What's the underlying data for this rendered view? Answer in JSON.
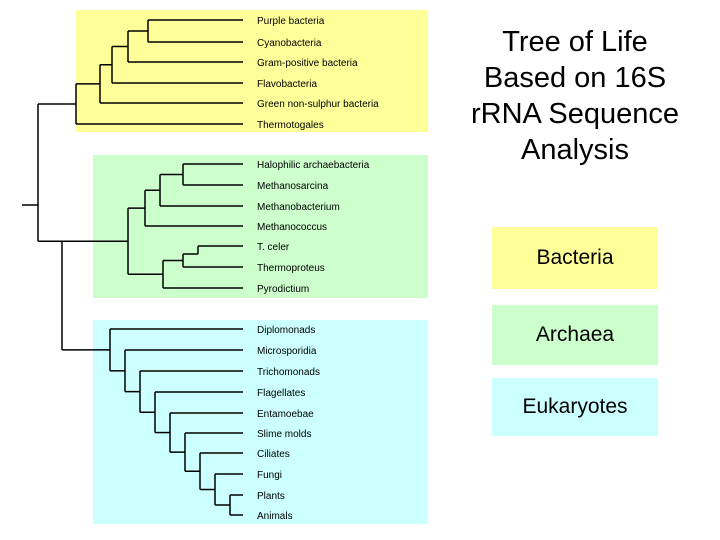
{
  "colors": {
    "bacteria": "#ffff99",
    "archaea": "#ccffcc",
    "eukarya": "#ccffff",
    "lines": "#000000"
  },
  "title": {
    "line1": "Tree of Life",
    "line2": "Based on 16S",
    "line3": "rRNA Sequence",
    "line4": "Analysis"
  },
  "legend": {
    "bacteria": "Bacteria",
    "archaea": "Archaea",
    "eukarya": "Eukaryotes"
  },
  "tree": {
    "bacteria": [
      "Purple bacteria",
      "Cyanobacteria",
      "Gram-positive bacteria",
      "Flavobacteria",
      "Green non-sulphur bacteria",
      "Thermotogales"
    ],
    "archaea": [
      "Halophilic archaebacteria",
      "Methanosarcina",
      "Methanobacterium",
      "Methanococcus",
      "T. celer",
      "Thermoproteus",
      "Pyrodictium"
    ],
    "eukarya": [
      "Diplomonads",
      "Microsporidia",
      "Trichomonads",
      "Flagellates",
      "Entamoebae",
      "Slime molds",
      "Ciliates",
      "Fungi",
      "Plants",
      "Animals"
    ]
  }
}
